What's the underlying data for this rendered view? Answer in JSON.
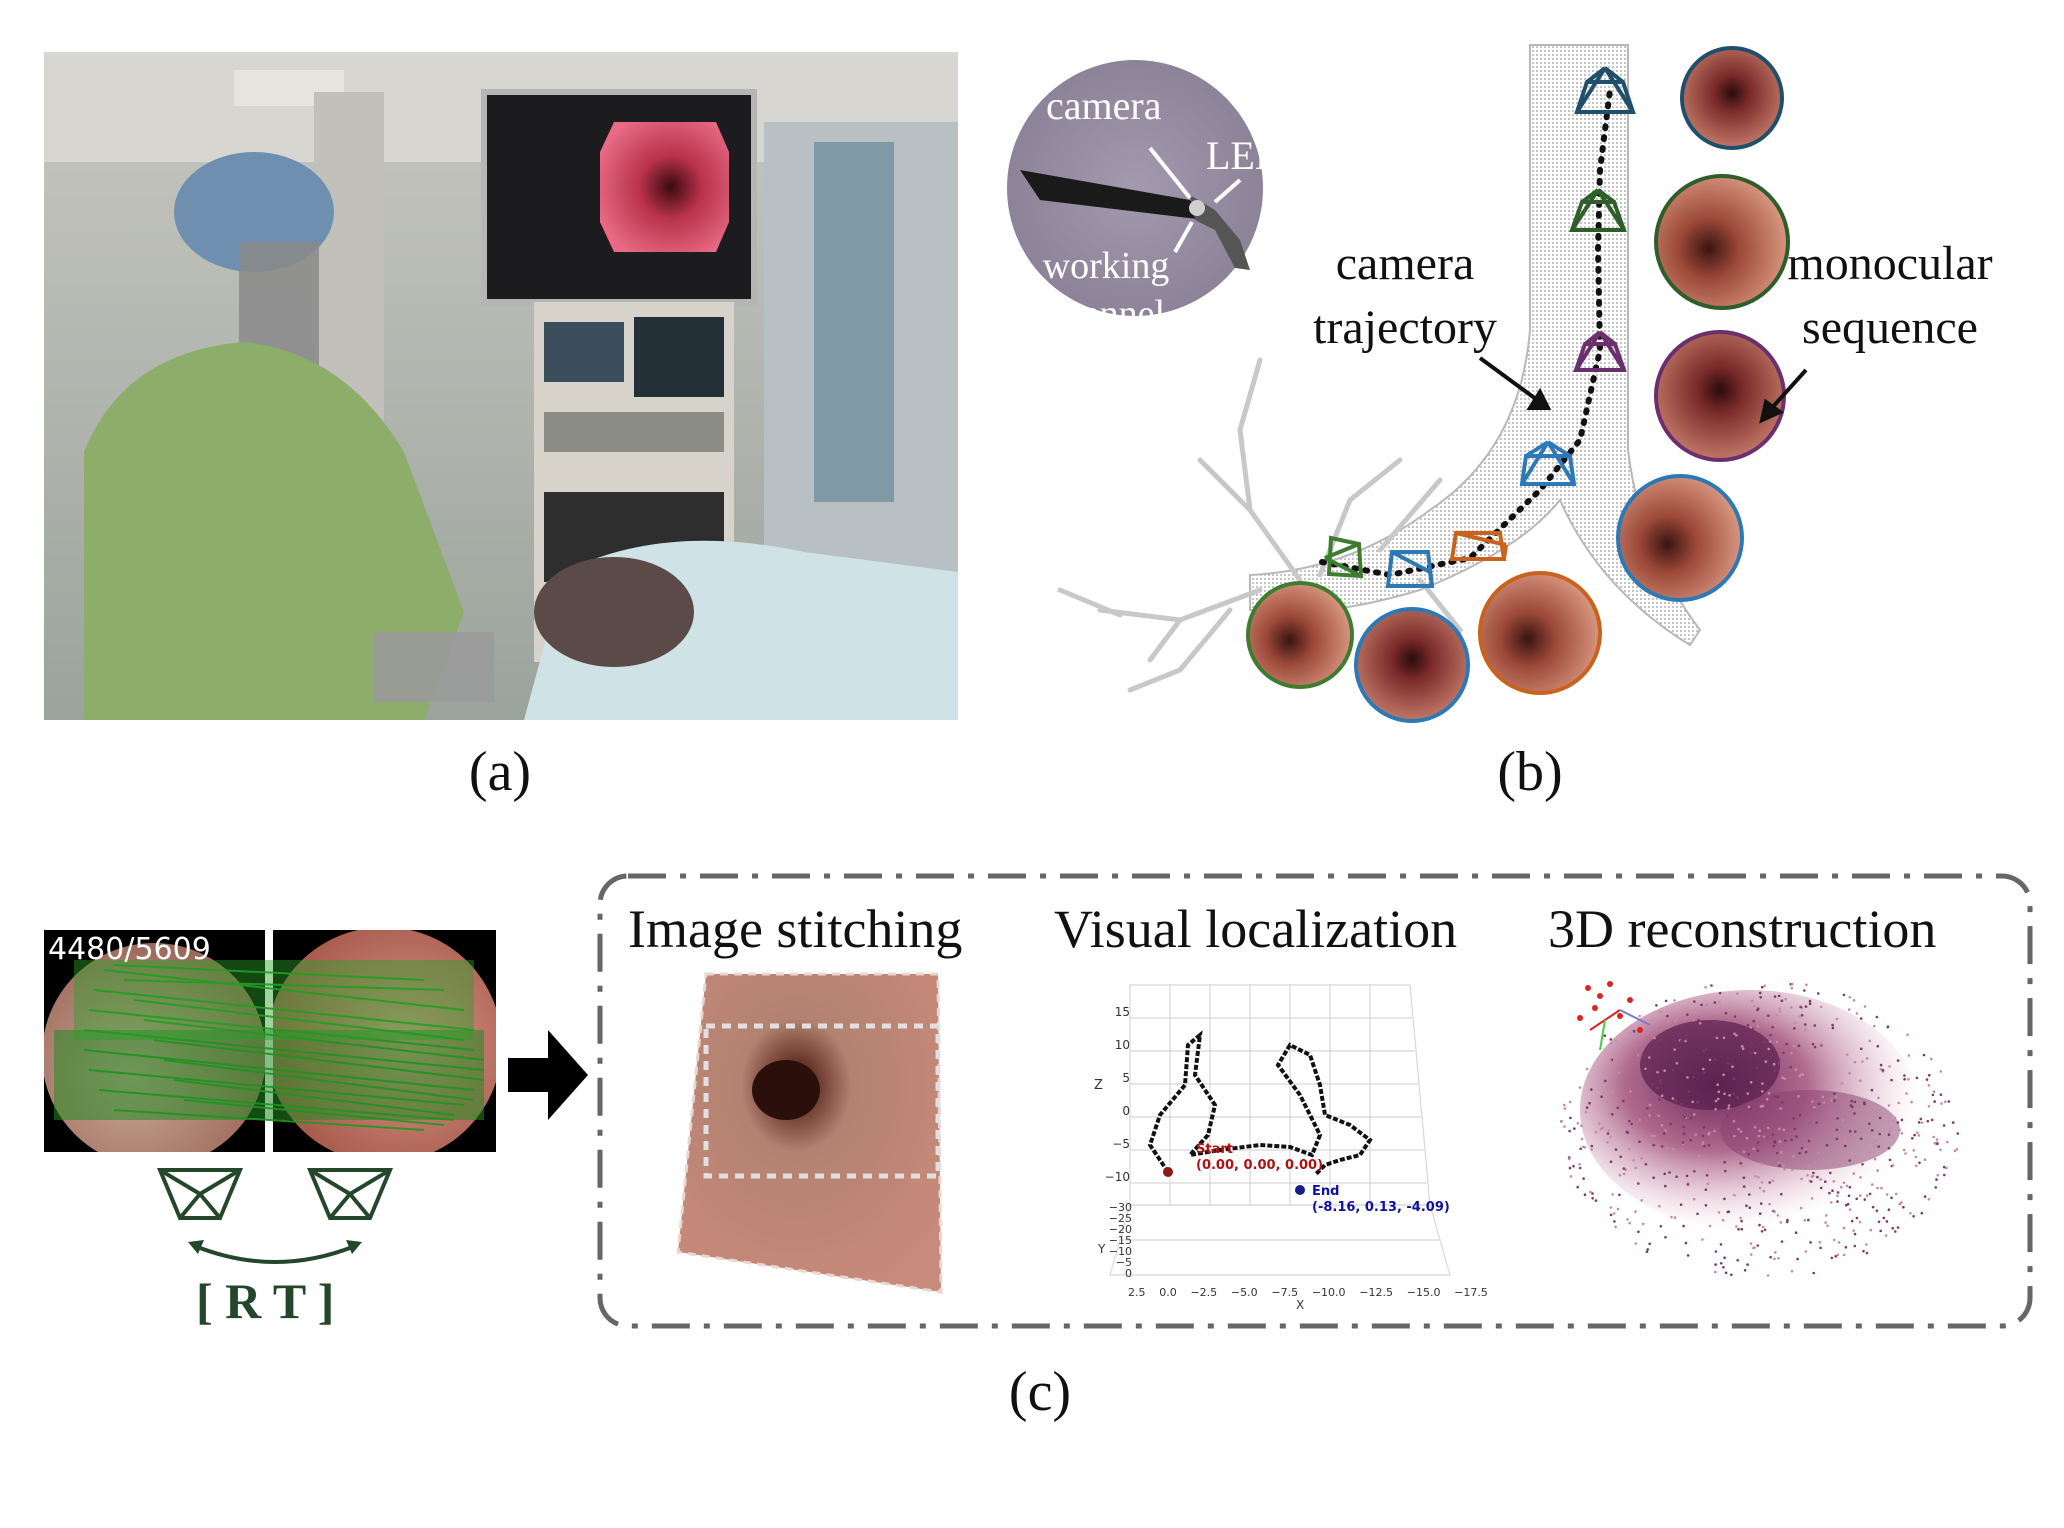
{
  "panel_a": {
    "caption": "(a)"
  },
  "panel_b": {
    "caption": "(b)",
    "inset_labels": {
      "camera": "camera",
      "led": "LED",
      "working_channel": "working\nchannel"
    },
    "trajectory_label": "camera\ntrajectory",
    "sequence_label": "monocular\nsequence",
    "colors": {
      "green_dark": "#2f5e2a",
      "green": "#3e7c2f",
      "blue": "#2d79b5",
      "orange": "#c9621c",
      "purple": "#6b2f6e",
      "navy": "#1f4f6a"
    }
  },
  "panel_c": {
    "caption": "(c)",
    "match_counter": "4480/5609",
    "pose_label": "[ R T ]",
    "tasks": {
      "stitching": "Image stitching",
      "localization": "Visual localization",
      "reconstruction": "3D reconstruction"
    },
    "plot": {
      "start_label": "Start",
      "start_coords": "(0.00, 0.00, 0.00)",
      "end_label": "End",
      "end_coords": "(-8.16, 0.13, -4.09)",
      "z_ticks": [
        "15",
        "10",
        "5",
        "0",
        "−5",
        "−10"
      ],
      "x_ticks": [
        "2.5",
        "0.0",
        "−2.5",
        "−5.0",
        "−7.5",
        "−10.0",
        "−12.5",
        "−15.0",
        "−17.5"
      ],
      "y_ticks": [
        "−30",
        "−25",
        "−20",
        "−15",
        "−10",
        "−5",
        "0"
      ],
      "z_label": "Z",
      "x_label": "X",
      "y_label": "Y"
    }
  }
}
